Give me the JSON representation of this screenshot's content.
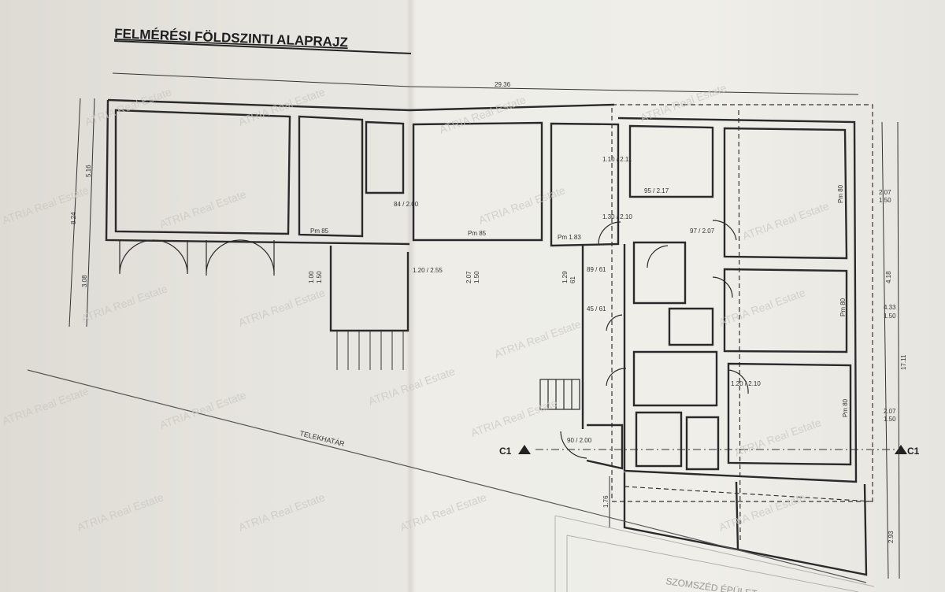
{
  "title": "FELMÉRÉSI FÖLDSZINTI ALAPRAJZ",
  "watermark": "ATRIA Real Estate",
  "dimensions": {
    "overall_width": "29.36",
    "left_total": "8.24",
    "left_upper": "5.16",
    "left_lower": "3.08",
    "right_total": "17.11",
    "right_mid": "4.18",
    "right_bottom": "2.93",
    "courtyard": "1.76"
  },
  "labels": {
    "boundary": "TELEKHATÁR",
    "neighbor": "SZOMSZÉD ÉPÜLET",
    "section_left": "C1",
    "section_right": "C1"
  },
  "openings": [
    {
      "top": "Pm 85",
      "a": "1.00",
      "b": "1.50"
    },
    {
      "top": "Pm 85",
      "a": "2.07",
      "b": "1.50"
    },
    {
      "top": "Pm 1.83",
      "a": "1.29",
      "b": "61"
    },
    {
      "top": "Pm 80",
      "a": "2.07",
      "b": "1.50"
    },
    {
      "top": "Pm 80",
      "a": "4.33",
      "b": "1.50"
    },
    {
      "top": "Pm 80",
      "a": "2.07",
      "b": "1.50"
    }
  ],
  "doors": [
    "84 / 2.00",
    "1.10 / 2.11",
    "1.30 / 2.10",
    "1.20 / 2.55",
    "1.20 / 2.10",
    "90 / 2.00",
    "89 / 61",
    "45 / 61",
    "95 / 2.17",
    "97 / 2.07"
  ]
}
